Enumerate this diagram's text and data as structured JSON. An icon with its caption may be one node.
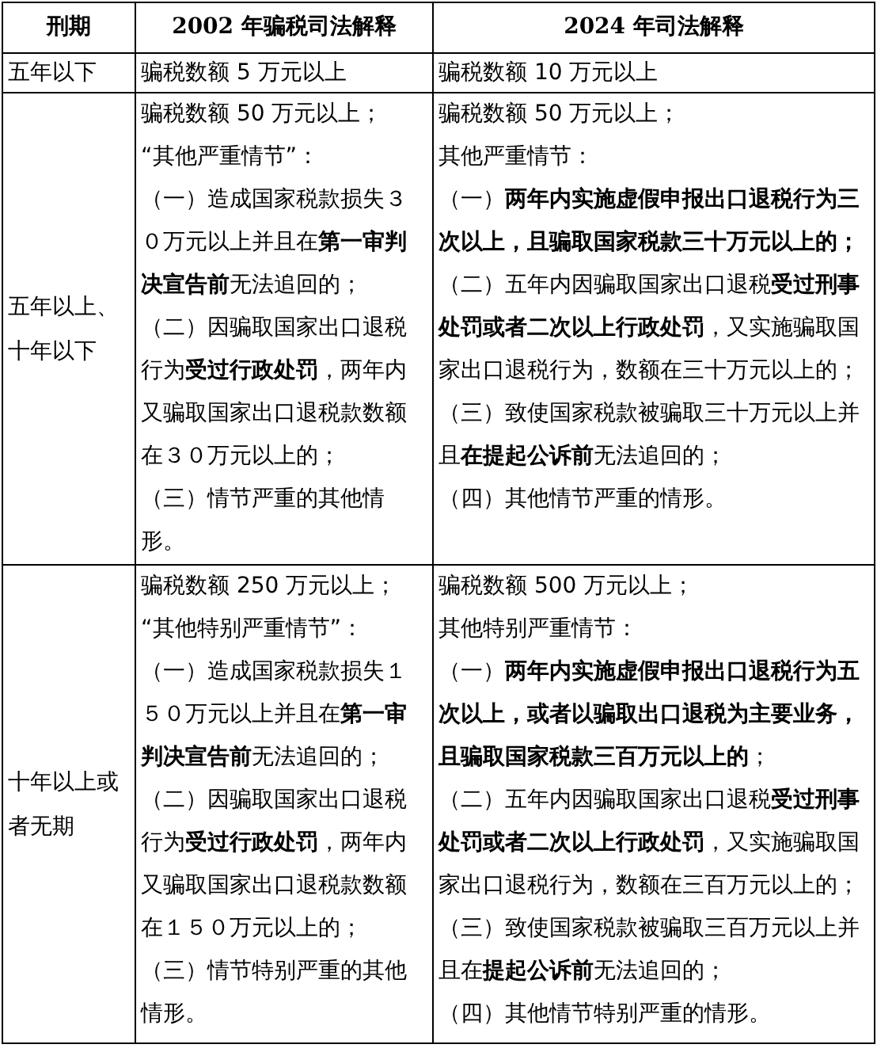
{
  "diagram": {
    "labels": [
      "刑期",
      "2002 年骗税司法解释",
      "2024 年司法解释",
      "五年以下",
      "骗税数额 5 万元以上",
      "骗税数额 10 万元以上",
      "五年以上、十年以下",
      "骗税数额 50 万元以上；",
      "“其他严重情节”：",
      "（一）造成国家税款损失３０万元以上并且在**第一审判决宣告前**无法追回的；",
      "（二）因骗取国家出口退税行为**受过行政处罚**，两年内又骗取国家出口退税款数额在３０万元以上的；",
      "（三）情节严重的其他情形。",
      "骗税数额 50 万元以上；",
      "其他严重情节：",
      "（一）**两年内实施虚假申报出口退税行为三次以上，且骗取国家税款三十万元以上的；**",
      "（二）五年内因骗取国家出口退税**受过刑事处罚或者二次以上行政处罚**，又实施骗取国家出口退税行为，数额在三十万元以上的；",
      "（三）致使国家税款被骗取三十万元以上并且**在提起公诉前**无法追回的；",
      "（四）其他情节严重的情形。",
      "十年以上或者无期",
      "骗税数额 250 万元以上；",
      "“其他特别严重情节”：",
      "（一）造成国家税款损失１５０万元以上并且在**第一审判决宣告前**无法追回的；",
      "（二）因骗取国家出口退税行为**受过行政处罚**，两年内又骗取国家出口退税款数额在１５０万元以上的；",
      "（三）情节特别严重的其他情形。",
      "骗税数额 500 万元以上；",
      "其他特别严重情节：",
      "（一）**两年内实施虚假申报出口退税行为五次以上，或者以骗取出口退税为主要业务，且骗取国家税款三百万元以上的**；",
      "（二）五年内因骗取国家出口退税**受过刑事处罚或者二次以上行政处罚**，又实施骗取国家出口退税行为，数额在三百万元以上的；",
      "（三）致使国家税款被骗取三百万元以上并且在**提起公诉前**无法追回的；",
      "（四）其他情节特别严重的情形。"
    ]
  }
}
